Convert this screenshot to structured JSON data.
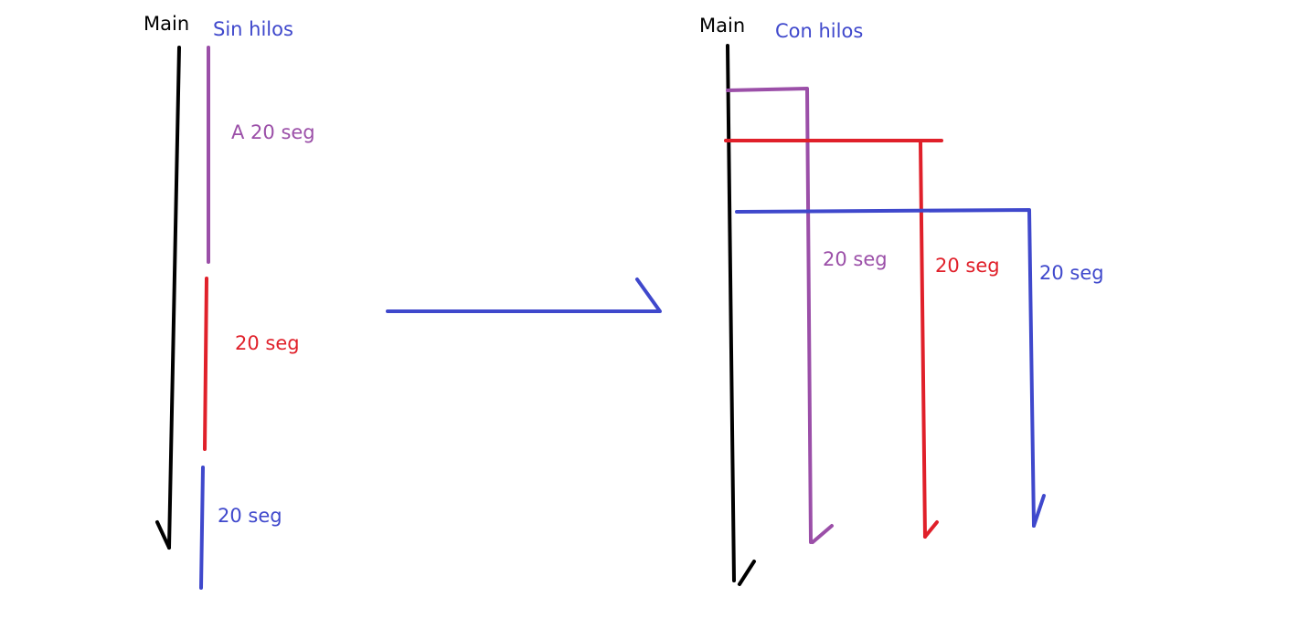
{
  "colors": {
    "main": "#000000",
    "purple": "#9b4fa8",
    "red": "#e0202a",
    "blue": "#3f48cc"
  },
  "left": {
    "main_label": "Main",
    "title": "Sin hilos",
    "task_a": "A 20 seg",
    "task_b": "20 seg",
    "task_c": "20 seg"
  },
  "right": {
    "main_label": "Main",
    "title": "Con hilos",
    "task_a": "20 seg",
    "task_b": "20 seg",
    "task_c": "20 seg"
  }
}
